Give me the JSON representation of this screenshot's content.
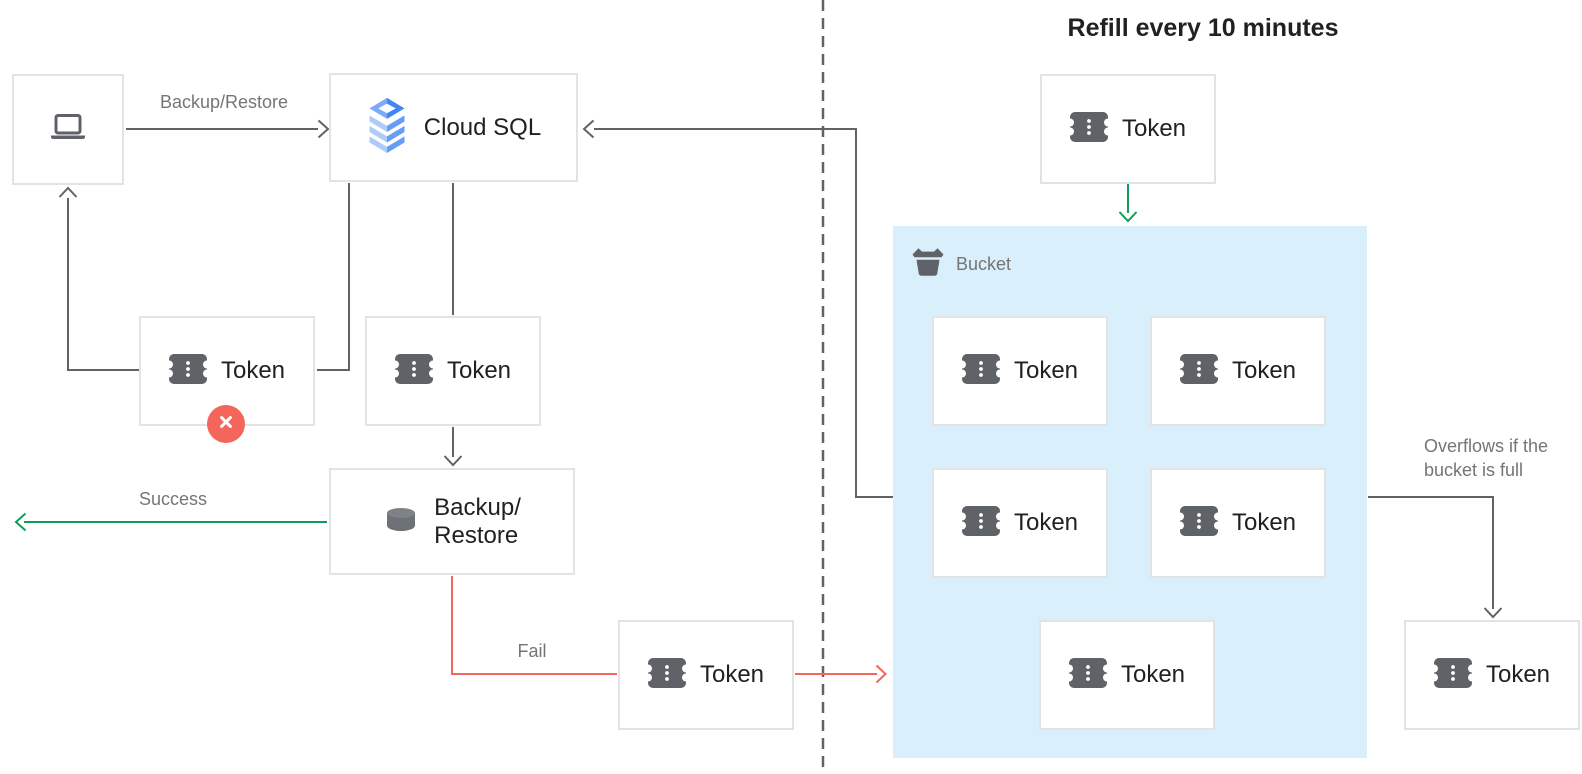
{
  "title": "Refill every 10 minutes",
  "nodes": {
    "client": {
      "icon": "laptop-icon"
    },
    "cloud_sql": {
      "label": "Cloud SQL",
      "icon": "cloud-sql-icon"
    },
    "backup_restore": {
      "lines": [
        "Backup/",
        "Restore"
      ],
      "icon": "database-icon"
    },
    "token_label": "Token",
    "bucket": {
      "label": "Bucket",
      "icon": "bucket-icon",
      "token_count": 5
    }
  },
  "edges": {
    "request": {
      "label": "Backup/Restore"
    },
    "success": {
      "label": "Success",
      "color": "#0F9D58"
    },
    "fail": {
      "label": "Fail",
      "color": "#F4655B"
    },
    "refill": {
      "color": "#0F9D58"
    },
    "take_token": {
      "color": "#5F6368"
    },
    "overflow": {
      "label": "Overflows if the bucket is full"
    }
  },
  "badge": {
    "icon": "x-icon",
    "color": "#F4655B"
  },
  "colors": {
    "background": "#FFFFFF",
    "bucket_fill": "#D9EFFB",
    "line_gray": "#5F6368",
    "box_border": "#E2E3E4",
    "text_primary": "#212124",
    "text_muted": "#757575",
    "icon_gray": "#5F6368",
    "green": "#0F9D58",
    "red": "#F4655B",
    "cloud_sql_blue": "#4285F4",
    "cloud_sql_blue_mid": "#669DF6",
    "cloud_sql_blue_light": "#AECBFA"
  }
}
